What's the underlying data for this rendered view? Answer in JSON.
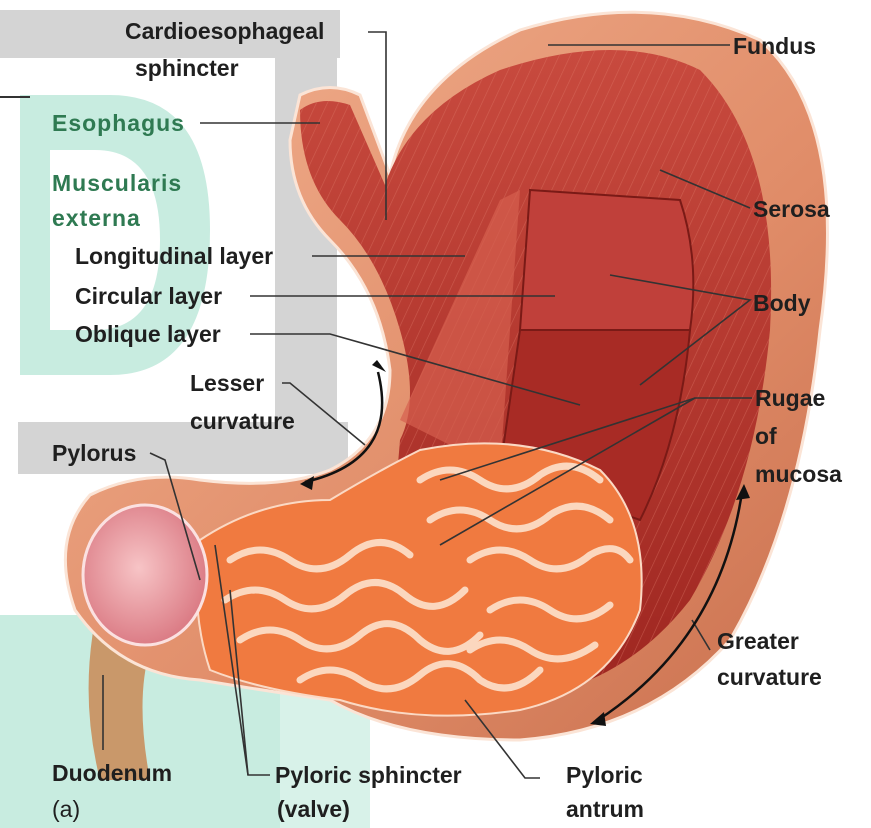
{
  "figure": {
    "labels": {
      "cardioesophageal_1": "Cardioesophageal",
      "cardioesophageal_2": "sphincter",
      "esophagus": "Esophagus",
      "muscularis_1": "Muscularis",
      "muscularis_2": "externa",
      "longitudinal": "Longitudinal layer",
      "circular": "Circular layer",
      "oblique": "Oblique layer",
      "lesser_1": "Lesser",
      "lesser_2": "curvature",
      "pylorus": "Pylorus",
      "duodenum": "Duodenum",
      "panel": "(a)",
      "pyloric_sphincter_1": "Pyloric sphincter",
      "pyloric_sphincter_2": "(valve)",
      "pyloric_antrum_1": "Pyloric",
      "pyloric_antrum_2": "antrum",
      "fundus": "Fundus",
      "serosa": "Serosa",
      "body": "Body",
      "rugae_1": "Rugae",
      "rugae_2": "of",
      "rugae_3": "mucosa",
      "greater_1": "Greater",
      "greater_2": "curvature"
    },
    "colors": {
      "watermark_gray": "#d4d4d4",
      "watermark_green": "#c8ece0",
      "stomach_outer": "#e08c68",
      "muscle_red": "#b8332c",
      "mucosa_orange": "#f07a40",
      "duodenum_pink": "#e89aa2"
    }
  }
}
